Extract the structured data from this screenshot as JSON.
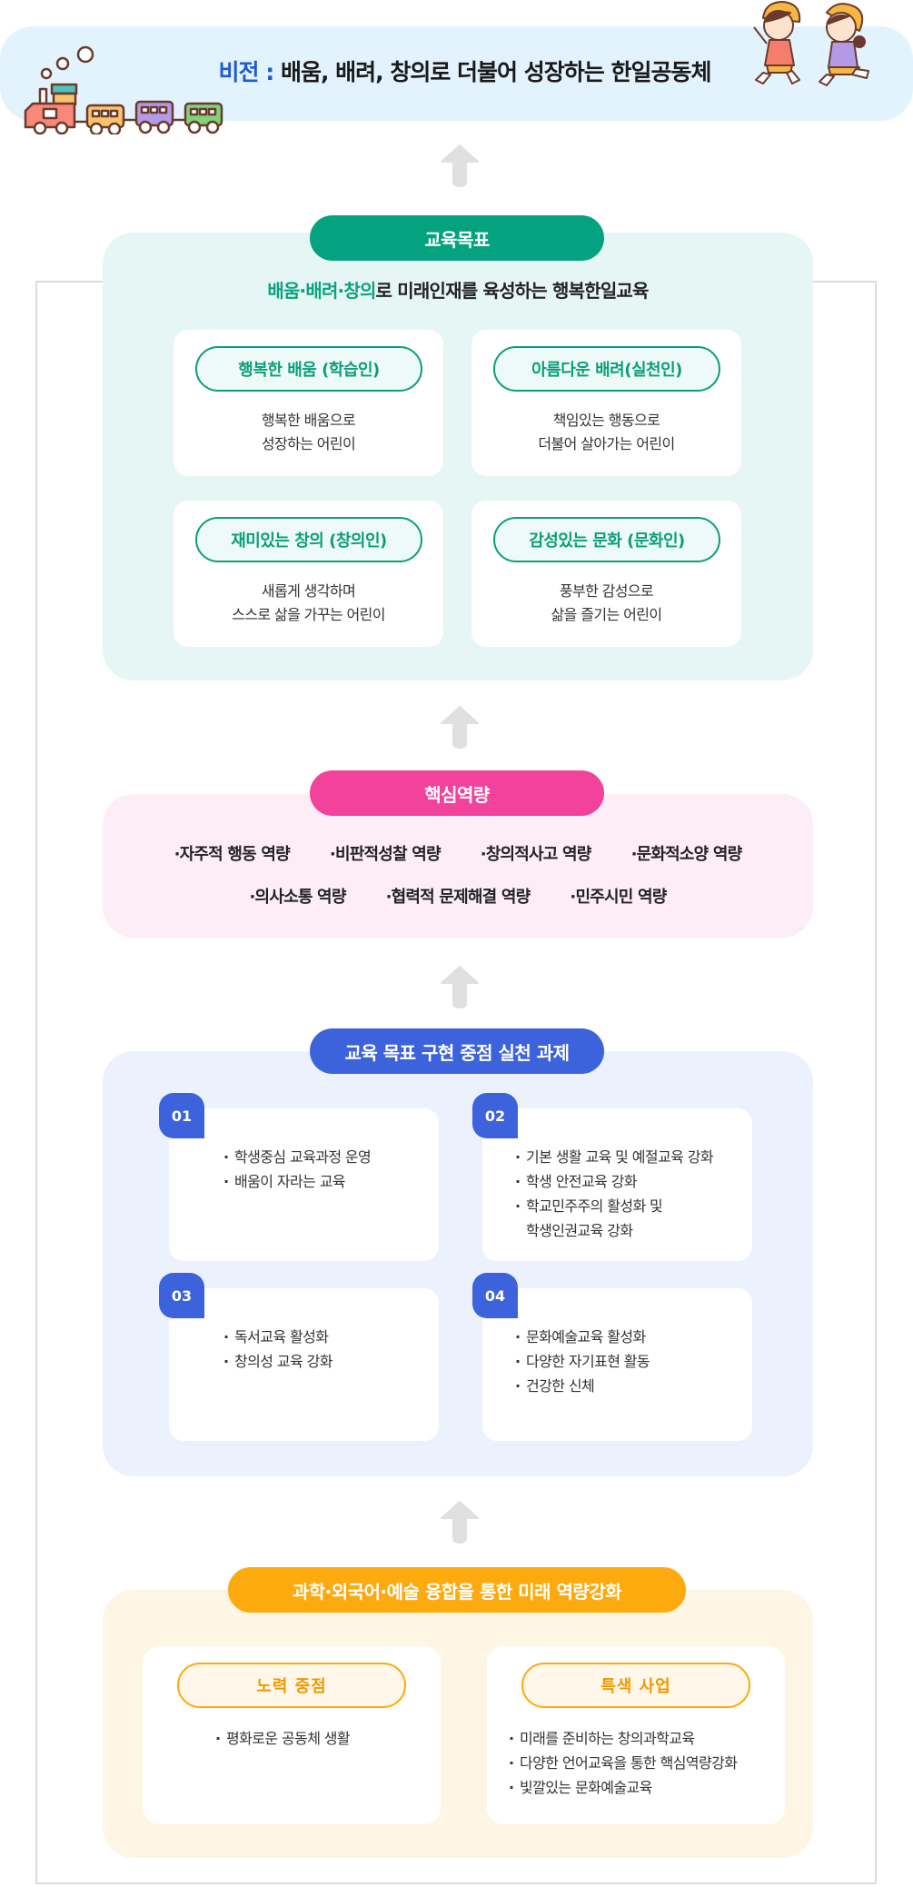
{
  "vision": {
    "label": "비전 :",
    "text": "배움, 배려, 창의로 더불어 성장하는 한일공동체"
  },
  "goals": {
    "header": "교육목표",
    "subtitle_highlight": "배움·배려·창의",
    "subtitle_rest": "로 미래인재를 육성하는 행복한일교육",
    "cards": [
      {
        "title": "행복한 배움 (학습인)",
        "line1": "행복한 배움으로",
        "line2": "성장하는 어린이"
      },
      {
        "title": "아름다운 배려(실천인)",
        "line1": "책임있는 행동으로",
        "line2": "더불어 살아가는 어린이"
      },
      {
        "title": "재미있는 창의 (창의인)",
        "line1": "새롭게 생각하며",
        "line2": "스스로 삶을 가꾸는 어린이"
      },
      {
        "title": "감성있는 문화 (문화인)",
        "line1": "풍부한 감성으로",
        "line2": "삶을 즐기는 어린이"
      }
    ]
  },
  "competencies": {
    "header": "핵심역량",
    "row1": [
      "·자주적 행동 역량",
      "·비판적성찰 역량",
      "·창의적사고 역량",
      "·문화적소양 역량"
    ],
    "row2": [
      "·의사소통 역량",
      "·협력적 문제해결 역량",
      "·민주시민 역량"
    ]
  },
  "tasks": {
    "header": "교육 목표 구현 중점 실천 과제",
    "cards": [
      {
        "number": "01",
        "items": [
          "학생중심 교육과정 운영",
          "배움이 자라는 교육"
        ]
      },
      {
        "number": "02",
        "items": [
          "기본 생활 교육 및 예절교육 강화",
          "학생 안전교육 강화",
          "학교민주주의 활성화 및",
          "학생인권교육 강화"
        ]
      },
      {
        "number": "03",
        "items": [
          "독서교육 활성화",
          "창의성 교육 강화"
        ]
      },
      {
        "number": "04",
        "items": [
          "문화예술교육 활성화",
          "다양한 자기표현 활동",
          "건강한 신체"
        ]
      }
    ]
  },
  "future": {
    "header": "과학·외국어·예술 융합을 통한 미래 역량강화",
    "cards": [
      {
        "title": "노력 중점",
        "items": [
          "평화로운 공동체 생활"
        ]
      },
      {
        "title": "특색 사업",
        "items": [
          "미래를 준비하는 창의과학교육",
          "다양한 언어교육을 통한 핵심역량강화",
          "빛깔있는 문화예술교육"
        ]
      }
    ]
  },
  "colors": {
    "vision_bg": "#e3f3fd",
    "vision_label": "#1e5ad8",
    "green": "#04a27e",
    "pink": "#f2429c",
    "blue": "#3c63db",
    "orange": "#fcaa0d",
    "arrow": "#e0e0e0"
  }
}
